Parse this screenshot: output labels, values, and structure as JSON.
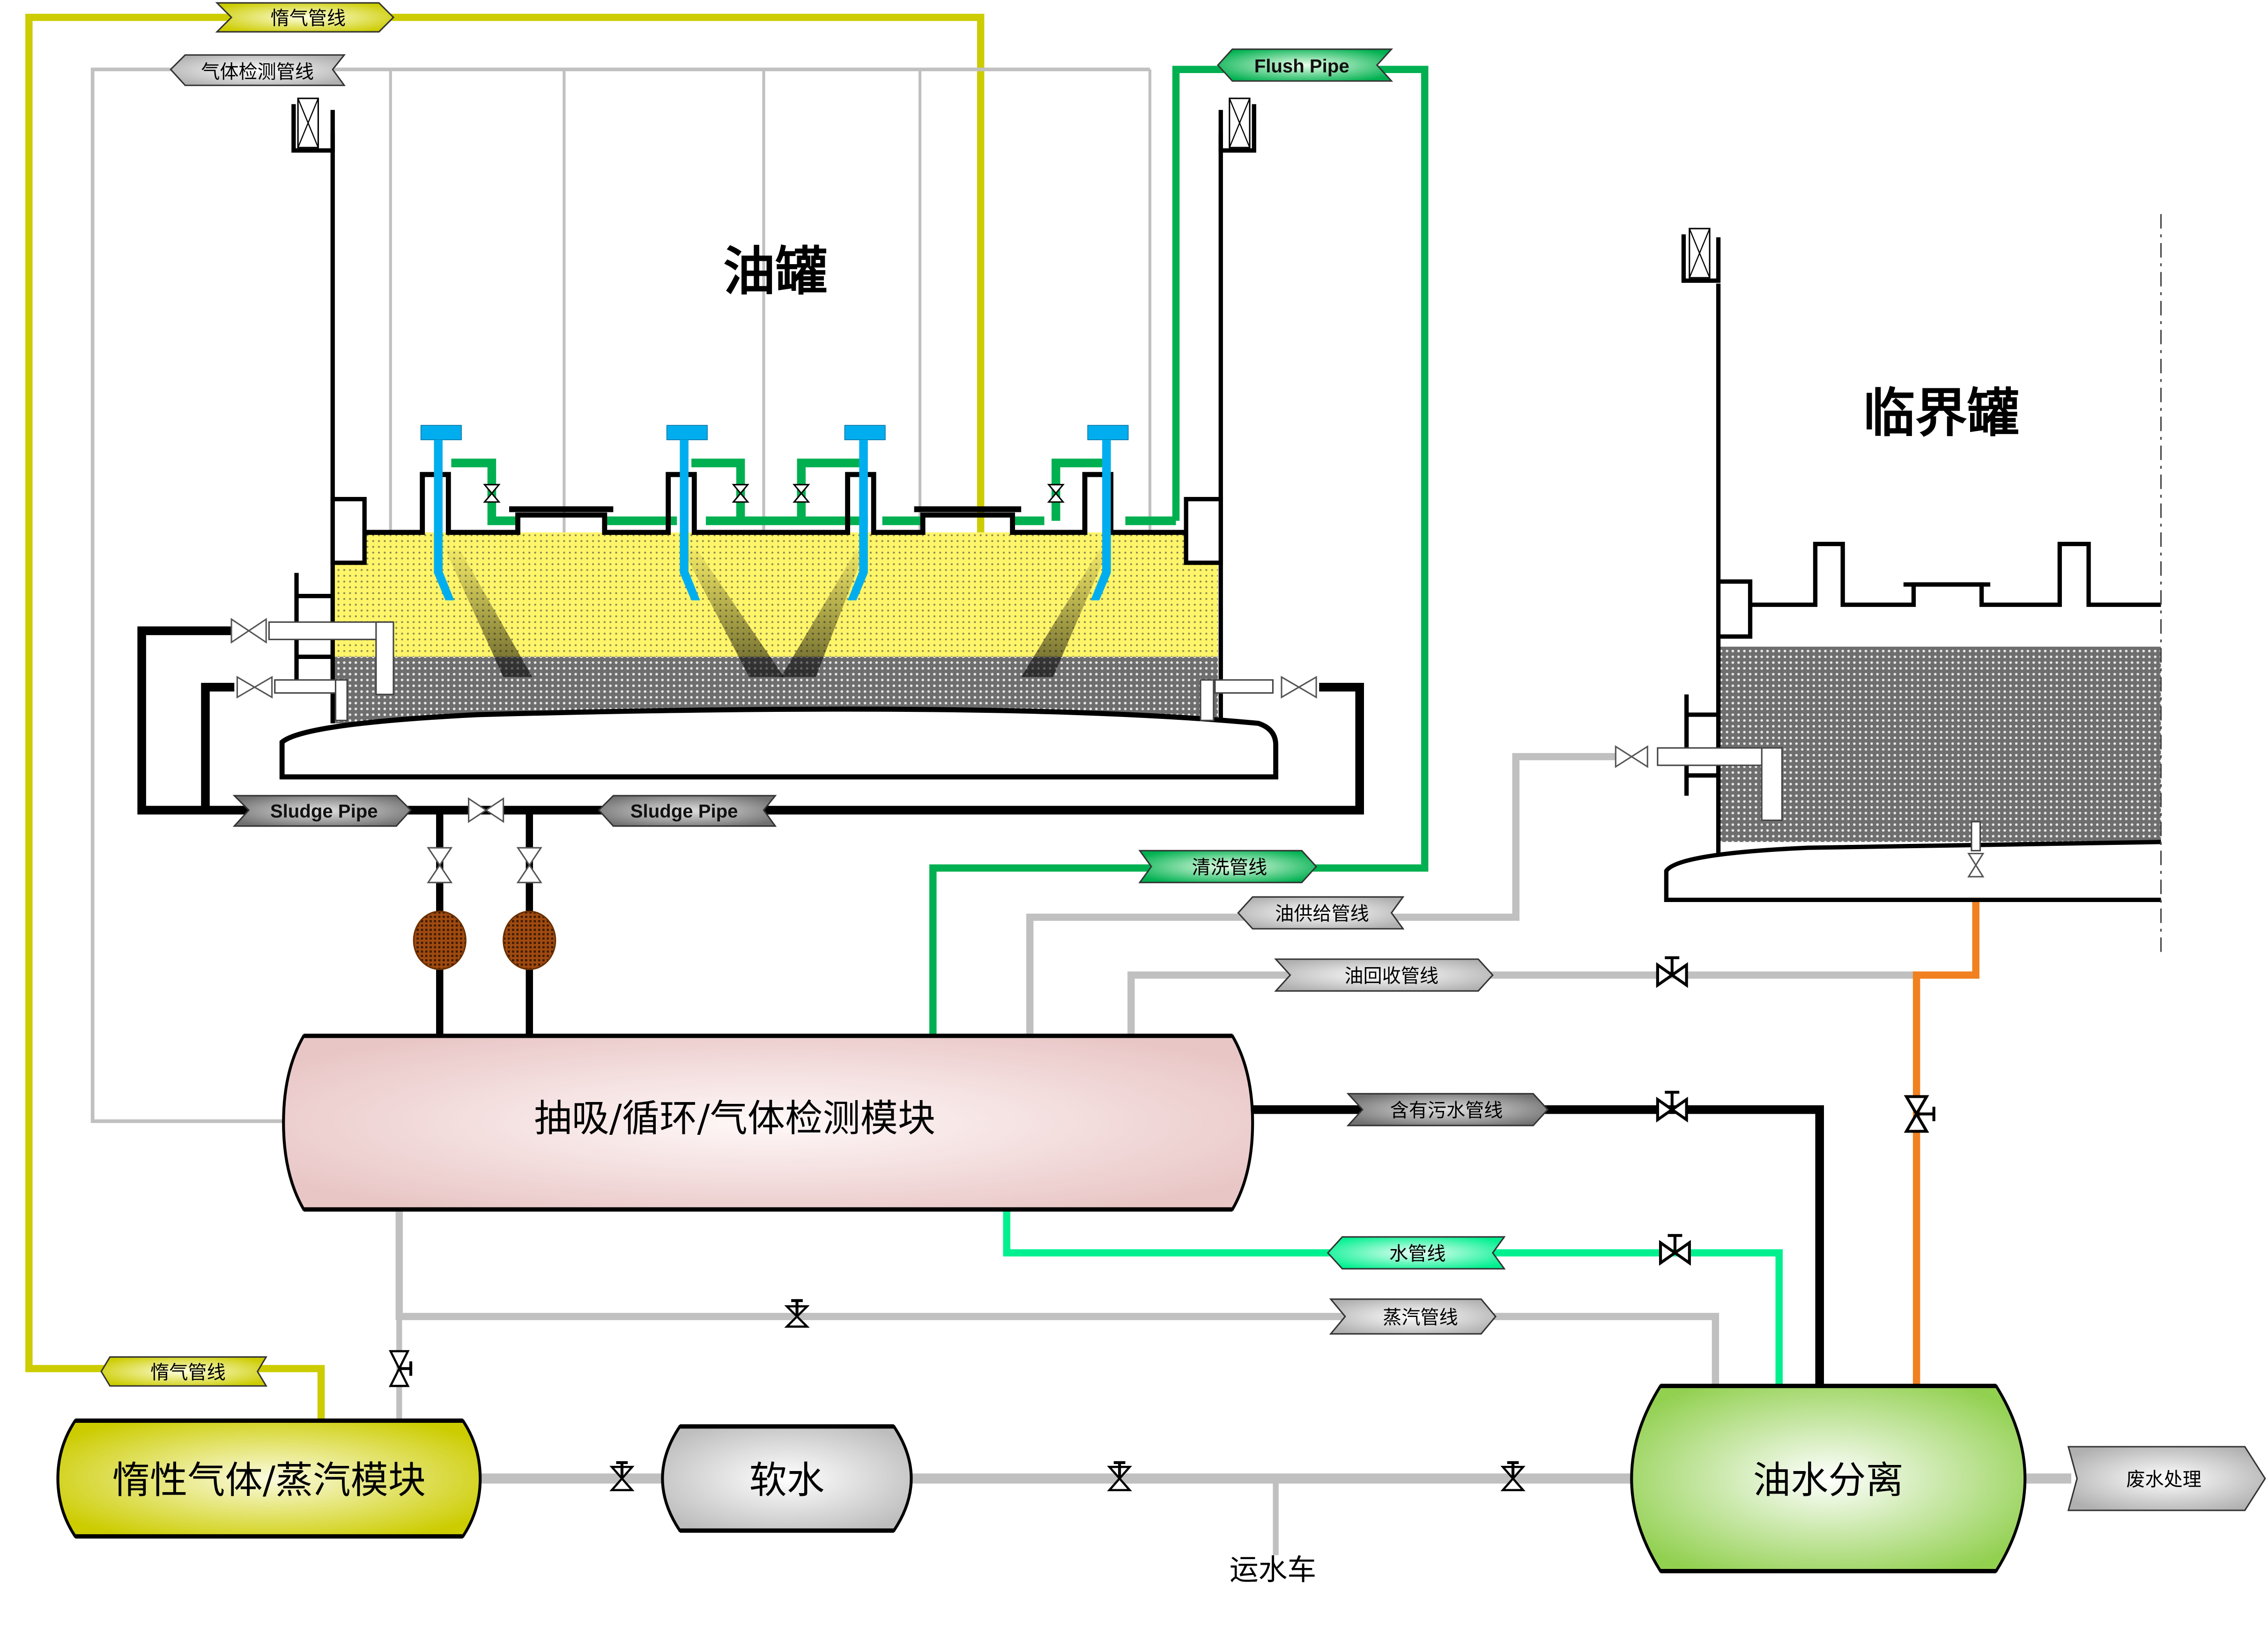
{
  "colors": {
    "inert_gas": "#cccc00",
    "gas_detect": "#c0c0c0",
    "flush": "#00b050",
    "water": "#00f090",
    "sludge": "#000000",
    "oil_drain": "#f08020",
    "oil_fill": "#fffa70",
    "sludge_fill": "#8a8a8a",
    "nozzle": "#00aeef",
    "pump": "#9a4a10",
    "suction_module": "#ecc8c8",
    "inert_module": "#cccc00",
    "soft_water": "#c8c8c8",
    "separator": "#92d050"
  },
  "tanks": {
    "oil_tank": {
      "title": "油罐"
    },
    "critical_tank": {
      "title": "临界罐"
    }
  },
  "pipe_tags": {
    "inert_gas_top": "惰气管线",
    "gas_detect": "气体检测管线",
    "flush_pipe": "Flush Pipe",
    "sludge_left": "Sludge Pipe",
    "sludge_right": "Sludge Pipe",
    "clean_line": "清洗管线",
    "oil_supply": "油供给管线",
    "oil_return": "油回收管线",
    "sewage": "含有污水管线",
    "water_line": "水管线",
    "steam_line": "蒸汽管线",
    "inert_gas_bottom": "惰气管线",
    "waste_water": "废水处理"
  },
  "modules": {
    "suction": "抽吸/循环/气体检测模块",
    "inert_steam": "惰性气体/蒸汽模块",
    "soft_water": "软水",
    "separator": "油水分离"
  },
  "labels": {
    "water_truck": "运水车"
  },
  "icons": {
    "gate_valve": "gate-valve-icon",
    "globe_valve": "globe-valve-icon",
    "pump": "pump-icon",
    "vent": "vent-icon",
    "nozzle": "cleaning-nozzle-icon"
  }
}
